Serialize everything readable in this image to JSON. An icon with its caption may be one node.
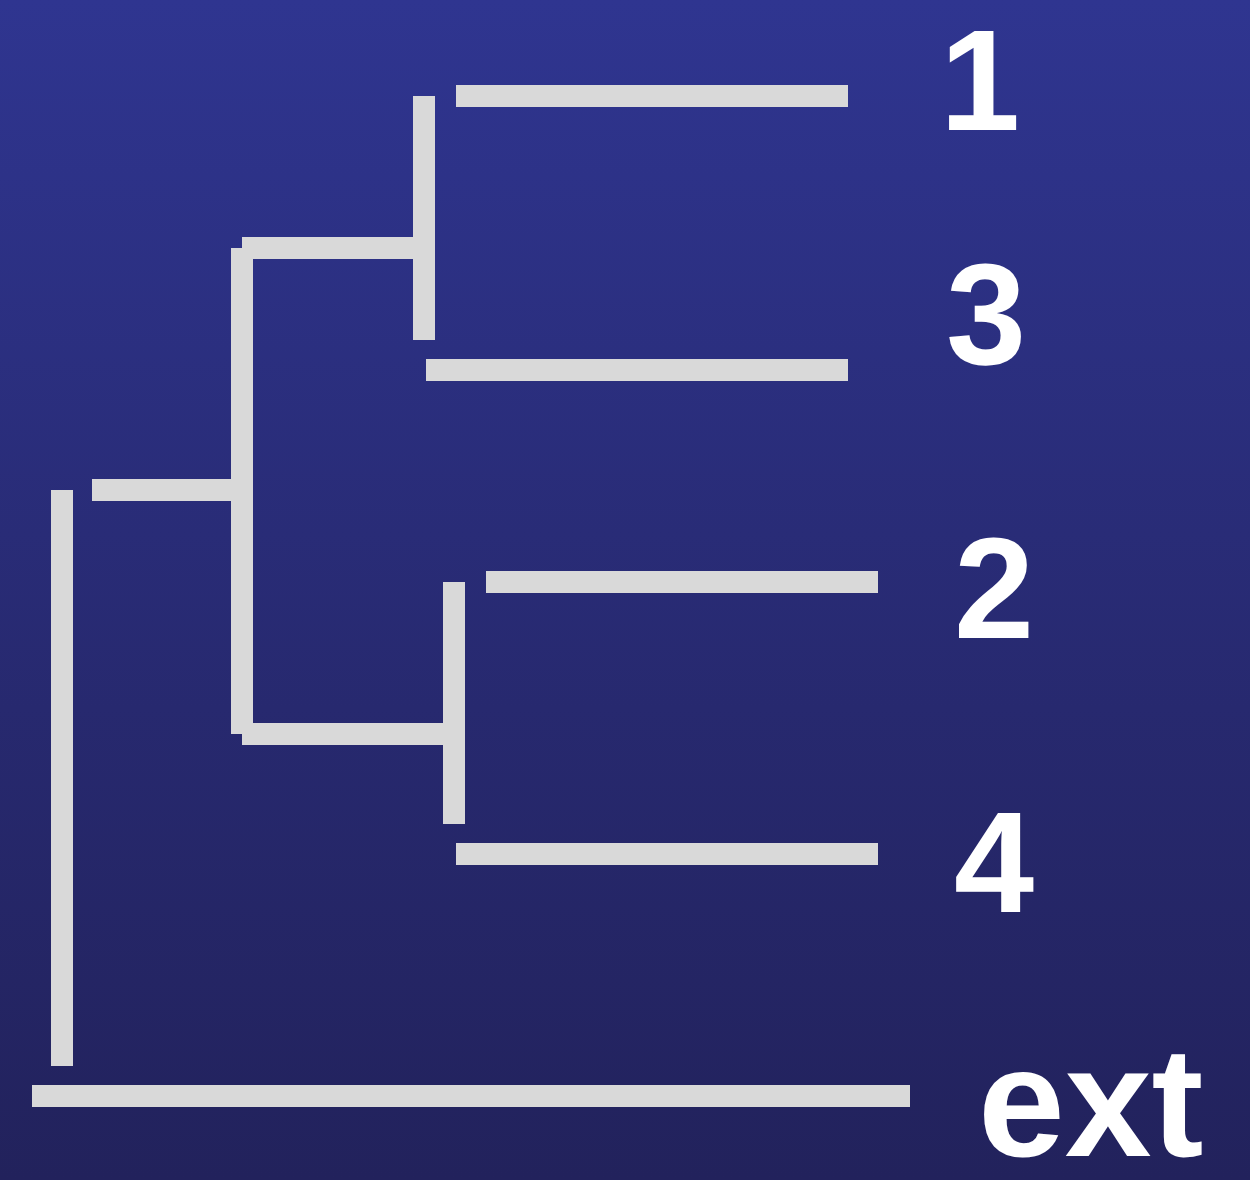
{
  "diagram": {
    "labels": [
      "1",
      "3",
      "2",
      "4",
      "ext"
    ]
  }
}
